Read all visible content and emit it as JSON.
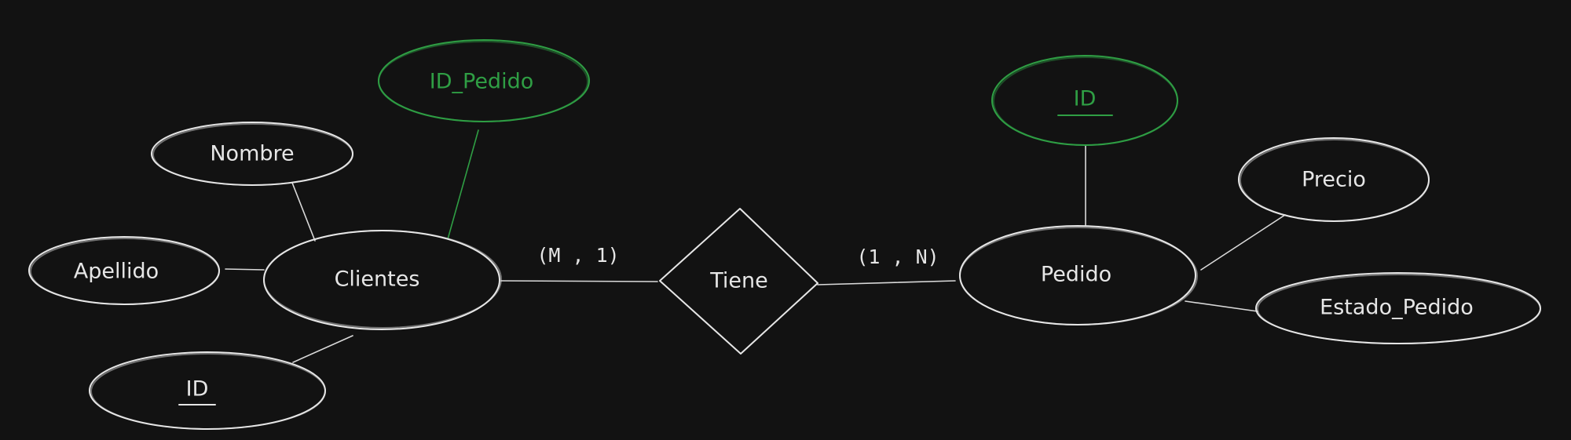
{
  "entities": {
    "clientes": "Clientes",
    "pedido": "Pedido"
  },
  "relationship": {
    "label": "Tiene",
    "cardinality_left": "(M , 1)",
    "cardinality_right": "(1 , N)"
  },
  "attributes": {
    "clientes": {
      "id_pedido": "ID_Pedido",
      "nombre": "Nombre",
      "apellido": "Apellido",
      "id": "ID"
    },
    "pedido": {
      "id": "ID",
      "precio": "Precio",
      "estado_pedido": "Estado_Pedido"
    }
  },
  "colors": {
    "background": "#121212",
    "stroke": "#e6e6e6",
    "key_highlight": "#2f9e44"
  }
}
